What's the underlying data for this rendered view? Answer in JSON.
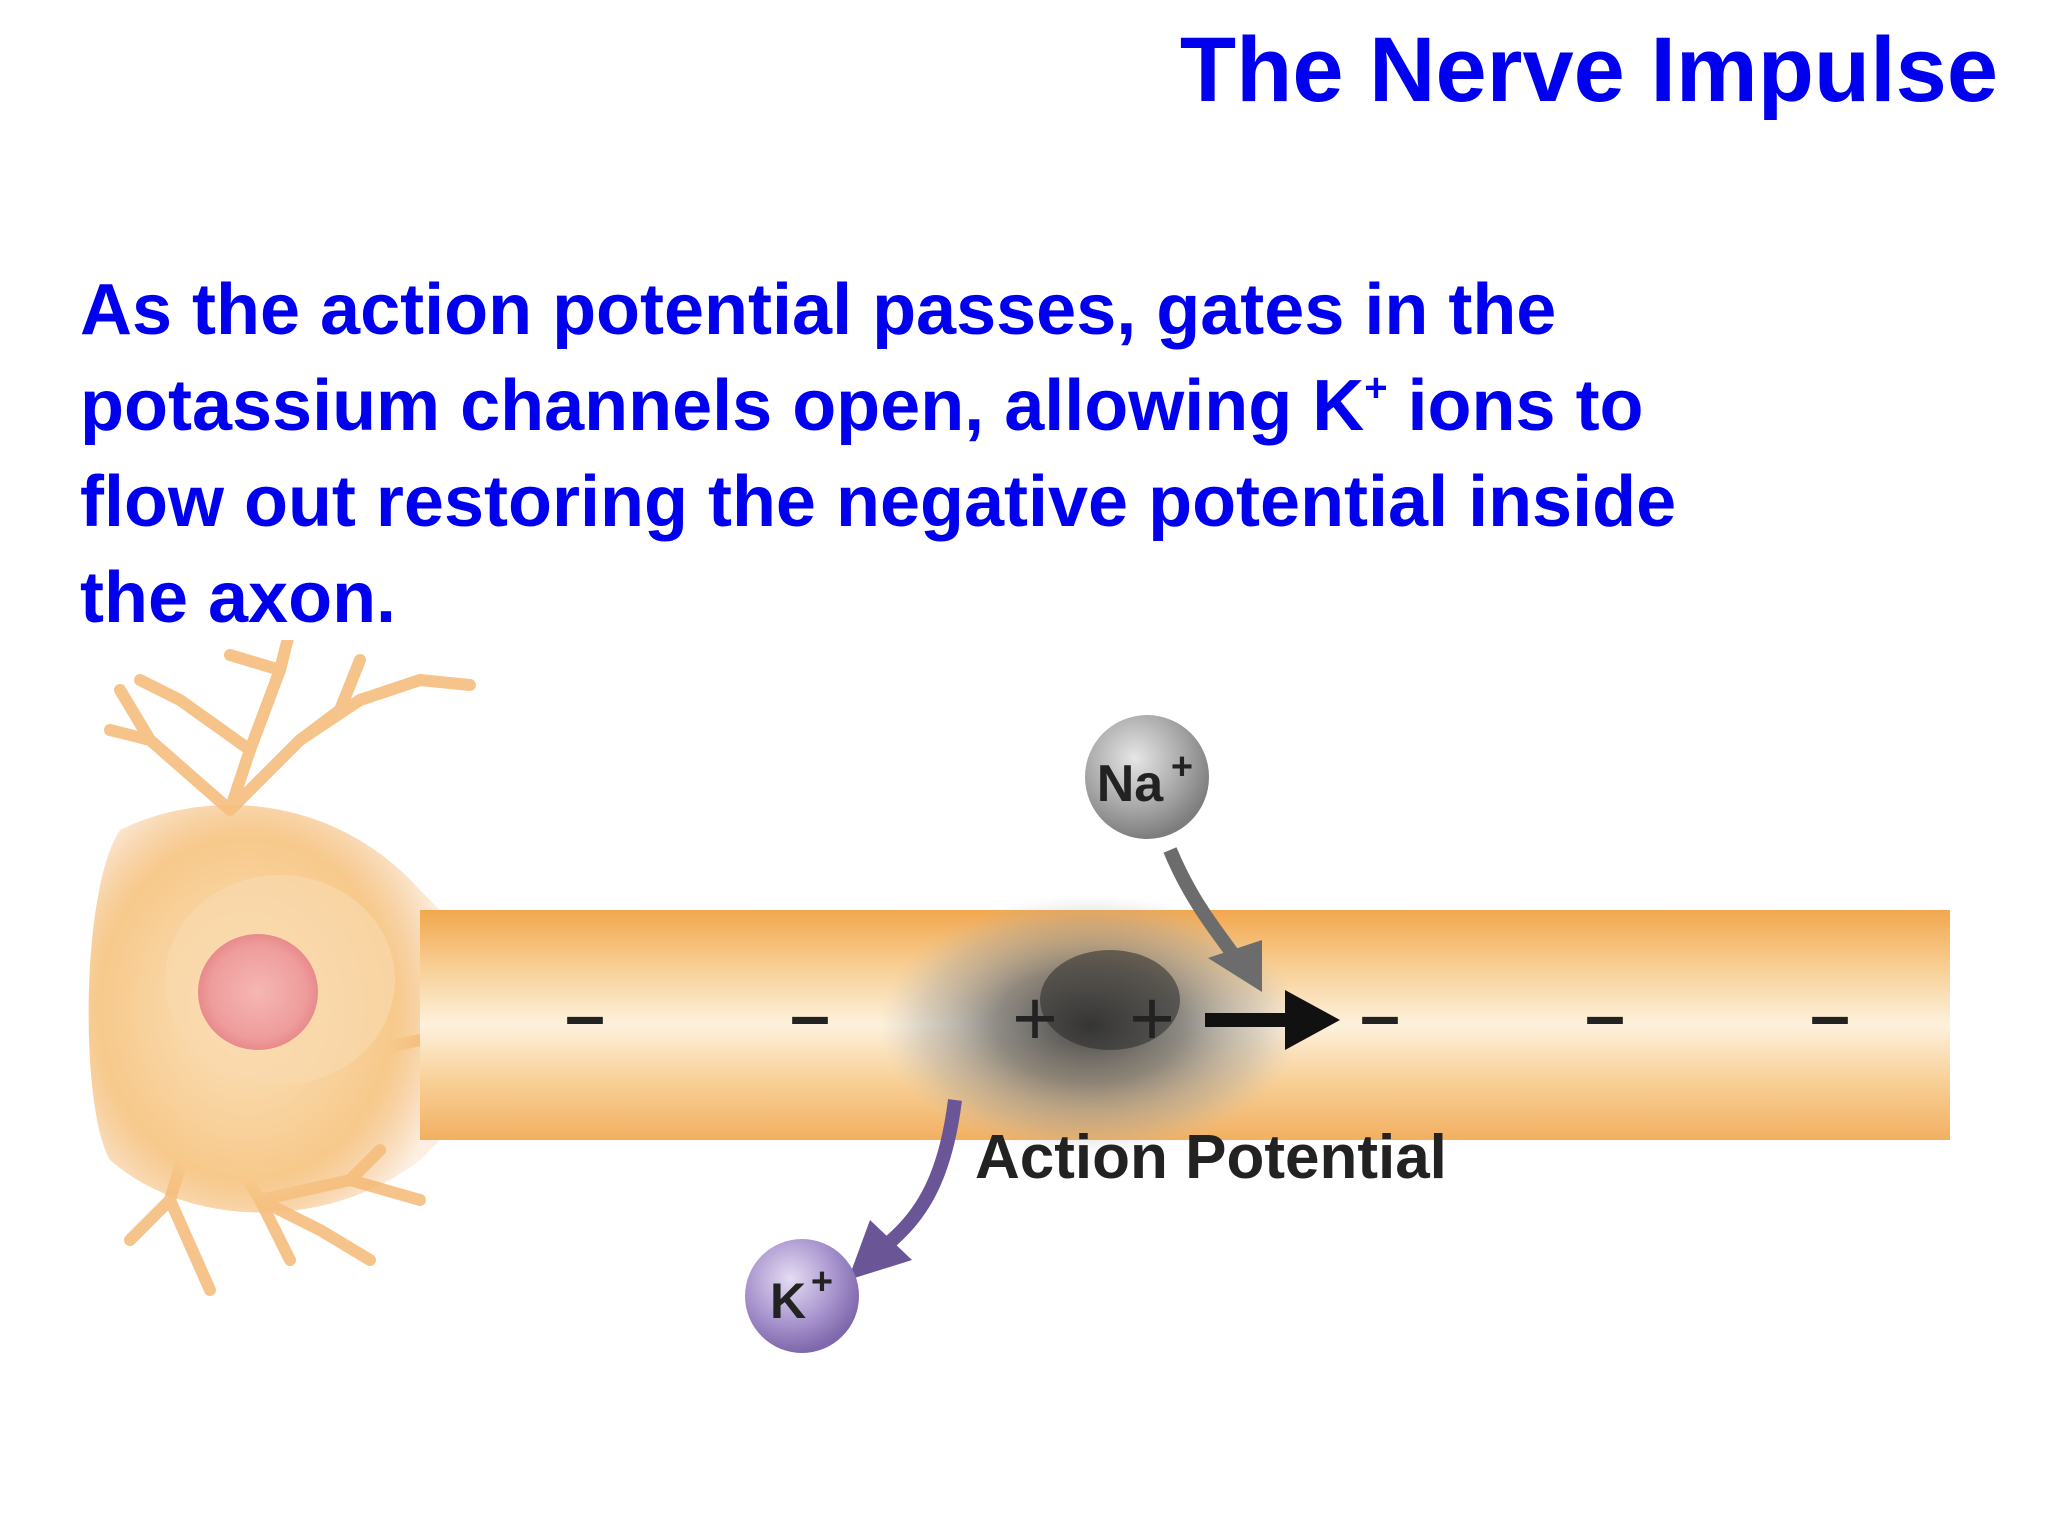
{
  "slide": {
    "title": "The Nerve Impulse",
    "body": {
      "line1": "As the action potential passes, gates in the",
      "line2_pre": "potassium channels open, allowing K",
      "line2_sup": "+",
      "line2_post": " ions to",
      "line3": "flow out restoring the negative potential inside",
      "line4": "the axon."
    }
  },
  "diagram": {
    "label": "Action Potential",
    "sodium_ion": {
      "symbol": "Na",
      "charge": "+"
    },
    "potassium_ion": {
      "symbol": "K",
      "charge": "+"
    },
    "charges_left": [
      "–",
      "–"
    ],
    "charges_middle": [
      "+",
      "+"
    ],
    "charges_right": [
      "–",
      "–",
      "–"
    ]
  },
  "colors": {
    "text_blue": "#0000ee",
    "axon_orange": "#f2a74e",
    "sodium_grey": "#9a9a9a",
    "potassium_purple": "#9c82c4",
    "arrow_purple": "#6a5597"
  }
}
